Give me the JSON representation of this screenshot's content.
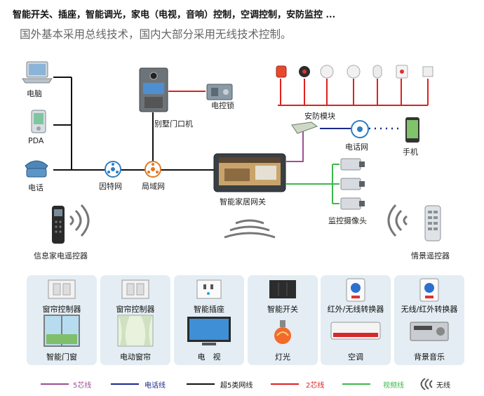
{
  "header": {
    "line1": "智能开关、插座，智能调光，家电（电视，音响）控制，空调控制，安防监控 ...",
    "line2": "国外基本采用总线技术，国内大部分采用无线技术控制。"
  },
  "devices": {
    "computer": "电脑",
    "pda": "PDA",
    "phone": "电话",
    "internet": "因特网",
    "lan": "局域网",
    "door_terminal": "别墅门口机",
    "electric_lock": "电控锁",
    "gateway": "智能家居网关",
    "security_module": "安防模块",
    "phone_network": "电话网",
    "mobile": "手机",
    "cameras": "监控摄像头",
    "info_remote": "信息家电遥控器",
    "scene_remote": "情景遥控器"
  },
  "panels": [
    {
      "top": "窗帘控制器",
      "bottom": "智能门窗"
    },
    {
      "top": "窗帘控制器",
      "bottom": "电动窗帘"
    },
    {
      "top": "智能插座",
      "bottom": "电　视"
    },
    {
      "top": "智能开关",
      "bottom": "灯光"
    },
    {
      "top": "红外/无线转换器",
      "bottom": "空调"
    },
    {
      "top": "无线/红外转换器",
      "bottom": "背景音乐"
    }
  ],
  "legend": [
    {
      "label": "5芯线",
      "color": "#9c4f96"
    },
    {
      "label": "电话线",
      "color": "#1b2a8a"
    },
    {
      "label": "超5类网线",
      "color": "#111111"
    },
    {
      "label": "2芯线",
      "color": "#e02020"
    },
    {
      "label": "视频线",
      "color": "#3db84a"
    },
    {
      "label": "无线",
      "color": "#444444"
    }
  ]
}
